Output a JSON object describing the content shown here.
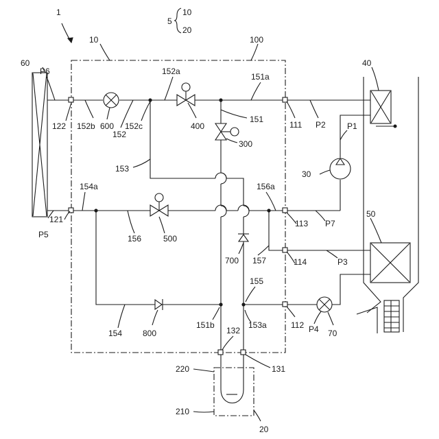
{
  "labels": {
    "l1": "1",
    "l5": "5",
    "l5_10": "10",
    "l5_20": "20",
    "l10": "10",
    "l100": "100",
    "l60": "60",
    "lP6": "P6",
    "l152a": "152a",
    "l151a": "151a",
    "l40": "40",
    "l122": "122",
    "l152b": "152b",
    "l600": "600",
    "l152": "152",
    "l152c": "152c",
    "l400": "400",
    "l151": "151",
    "l111": "111",
    "lP2": "P2",
    "lP1": "P1",
    "l300": "300",
    "l153": "153",
    "l30": "30",
    "l154a": "154a",
    "l156a": "156a",
    "l50": "50",
    "l121": "121",
    "l156": "156",
    "l500": "500",
    "l113": "113",
    "lP7": "P7",
    "lP5": "P5",
    "l700": "700",
    "l157": "157",
    "l114": "114",
    "lP3": "P3",
    "l155": "155",
    "l154": "154",
    "l800": "800",
    "l151b": "151b",
    "l153a": "153a",
    "l112": "112",
    "lP4": "P4",
    "l70": "70",
    "l132": "132",
    "l220": "220",
    "l131": "131",
    "l210": "210",
    "l20": "20"
  }
}
